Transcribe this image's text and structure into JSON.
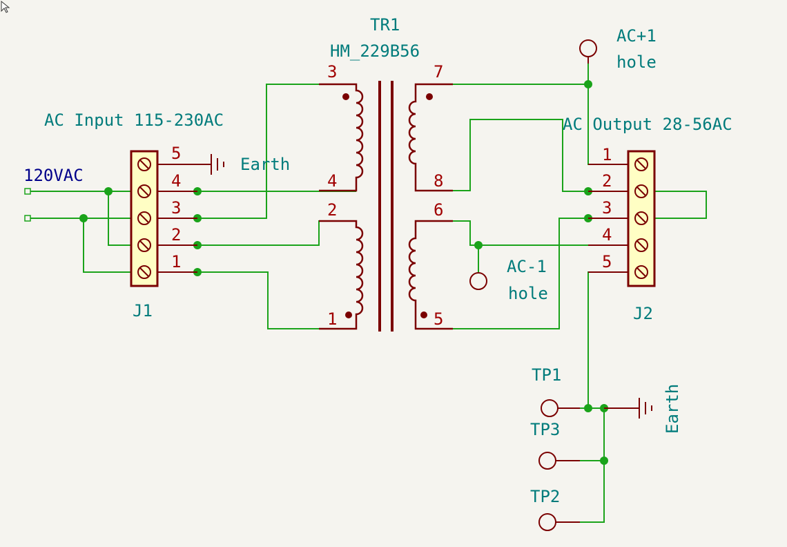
{
  "transformer": {
    "ref": "TR1",
    "value": "HM_229B56",
    "pins": [
      "3",
      "4",
      "2",
      "1",
      "7",
      "8",
      "6",
      "5"
    ]
  },
  "j1": {
    "ref": "J1",
    "value": "AC Input 115-230AC",
    "pins": [
      "5",
      "4",
      "3",
      "2",
      "1"
    ]
  },
  "j2": {
    "ref": "J2",
    "value": "AC Output 28-56AC",
    "pins": [
      "1",
      "2",
      "3",
      "4",
      "5"
    ]
  },
  "net_label": "120VAC",
  "earth_top": "Earth",
  "earth_bottom": "Earth",
  "ac_plus_hole": {
    "ref": "AC+1",
    "value": "hole"
  },
  "ac_minus_hole": {
    "ref": "AC-1",
    "value": "hole"
  },
  "test_points": [
    "TP1",
    "TP3",
    "TP2"
  ],
  "colors": {
    "background": "#f5f4ef",
    "wire": "#1aa31a",
    "component": "#7a0000",
    "pin_number": "#a00000",
    "reference_text": "#007b7b",
    "net_label": "#00008a",
    "connector_fill": "#fffec4"
  }
}
